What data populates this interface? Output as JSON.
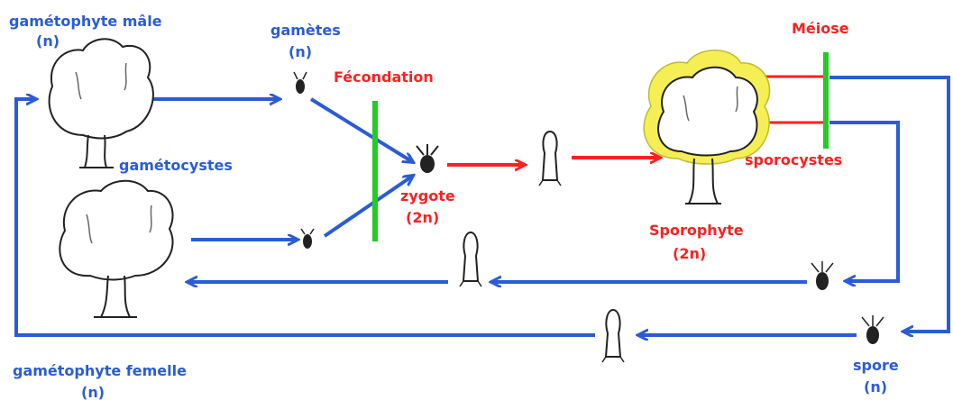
{
  "colors": {
    "blue": "#2a5cd6",
    "red": "#ff2020",
    "green": "#22cc22",
    "yellow": "#f6ee55",
    "ink": "#222222"
  },
  "labels": {
    "gametophyte_male": "gamétophyte mâle",
    "gametophyte_male_ploidy": "(n)",
    "gametes": "gamètes",
    "gametes_ploidy": "(n)",
    "fecondation": "Fécondation",
    "meiose": "Méiose",
    "gametocystes": "gamétocystes",
    "zygote": "zygote",
    "zygote_ploidy": "(2n)",
    "sporocystes": "sporocystes",
    "sporophyte": "Sporophyte",
    "sporophyte_ploidy": "(2n)",
    "gametophyte_female": "gamétophyte femelle",
    "gametophyte_female_ploidy": "(n)",
    "spore": "spore",
    "spore_ploidy": "(n)"
  },
  "icons": {
    "male_gametophyte": "tree-icon",
    "female_gametophyte": "tree-icon",
    "sporophyte": "tree-icon",
    "gamete": "cell-icon",
    "zygote": "cell-icon",
    "embryo": "sprout-icon",
    "spore": "cell-icon"
  }
}
